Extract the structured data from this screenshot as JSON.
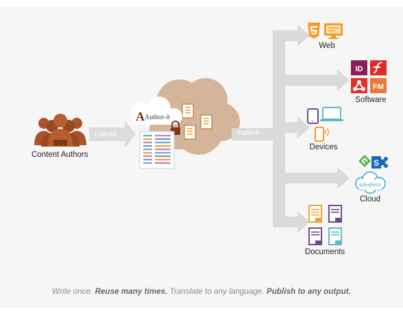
{
  "authors": {
    "label": "Content Authors"
  },
  "flow": {
    "upload_label": "Upload",
    "publish_label": "Publish"
  },
  "logo": {
    "product": "Author-it"
  },
  "outputs": {
    "web": "Web",
    "software": "Software",
    "devices": "Devices",
    "cloud": "Cloud",
    "documents": "Documents"
  },
  "icons": {
    "software_badges": [
      "ID",
      "FM"
    ],
    "cloud_badge": "S",
    "salesforce_text": "salesforce"
  },
  "tagline": [
    {
      "text": "Write once. ",
      "bold": false
    },
    {
      "text": "Reuse many times.",
      "bold": true
    },
    {
      "text": " Translate to any language. ",
      "bold": false
    },
    {
      "text": "Publish to any output.",
      "bold": true
    }
  ],
  "colors": {
    "author_brown": "#a8552a",
    "cloud_tan": "#d5b59a",
    "arrow_gray": "#dadada",
    "doc_orange": "#f0a437",
    "html_orange": "#f59a23",
    "indesign_purple": "#8a1e56",
    "flash_red": "#e02a25",
    "acrobat_red": "#e0312b",
    "framemaker_orange": "#e87b3b",
    "cloud_green": "#5ab24a",
    "sharepoint_blue": "#1b69b4",
    "salesforce_blue": "#2d9fd9",
    "device_purple": "#6a4a8f",
    "device_teal": "#5fb7c6"
  }
}
